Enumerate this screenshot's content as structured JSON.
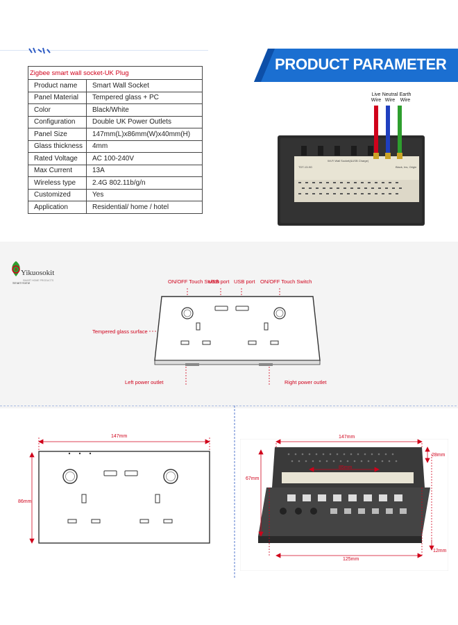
{
  "parameters": {
    "title": "Zigbee smart wall socket-UK Plug",
    "rows": [
      {
        "key": "Product name",
        "value": "Smart Wall Socket"
      },
      {
        "key": "Panel Material",
        "value": "Tempered glass + PC"
      },
      {
        "key": "Color",
        "value": "Black/White"
      },
      {
        "key": "Configuration",
        "value": "Double UK Power Outlets"
      },
      {
        "key": "Panel Size",
        "value": "147mm(L)x86mm(W)x40mm(H)"
      },
      {
        "key": "Glass thickness",
        "value": "4mm"
      },
      {
        "key": "Rated Voltage",
        "value": "AC 100-240V"
      },
      {
        "key": "Max Current",
        "value": "13A"
      },
      {
        "key": "Wireless type",
        "value": "2.4G 802.11b/g/n"
      },
      {
        "key": "Customized",
        "value": "Yes"
      },
      {
        "key": "Application",
        "value": "Residential/ home / hotel"
      }
    ]
  },
  "banner": {
    "text": "PRODUCT PARAMETER",
    "color": "#1b6fd1"
  },
  "wires": [
    {
      "line1": "Live",
      "line2": "Wire",
      "color": "#d0021b"
    },
    {
      "line1": "Neutral",
      "line2": "Wire",
      "color": "#1f3fbf"
    },
    {
      "line1": "Earth",
      "line2": "Wire",
      "color": "#2e9e2e"
    }
  ],
  "module_labels": {
    "left_code": "TDT-13-9G",
    "title": "Wi-Fi Wall Socket(&USB Charge)",
    "brand": "Black, Ins, Origin"
  },
  "brand": {
    "name": "Yikuosokit",
    "subtitle": "SMART HOME PRODUCTS",
    "caption": "Smart Home"
  },
  "callouts": {
    "switch_left": "ON/OFF Touch Switch",
    "usb_left": "USB port",
    "usb_right": "USB port",
    "switch_right": "ON/OFF Touch Switch",
    "glass": "Tempered glass surface",
    "left_outlet": "Left power outlet",
    "right_outlet": "Right power outlet"
  },
  "front_dims": {
    "width": "147mm",
    "height": "86mm"
  },
  "side_dims": {
    "width": "147mm",
    "depth_top": "28mm",
    "inner": "85mm",
    "height": "67mm",
    "bottom": "125mm",
    "thickness": "12mm"
  },
  "colors": {
    "accent_red": "#d0021b",
    "panel_dark": "#2a2a2a",
    "guide_blue": "#2b59c3"
  }
}
